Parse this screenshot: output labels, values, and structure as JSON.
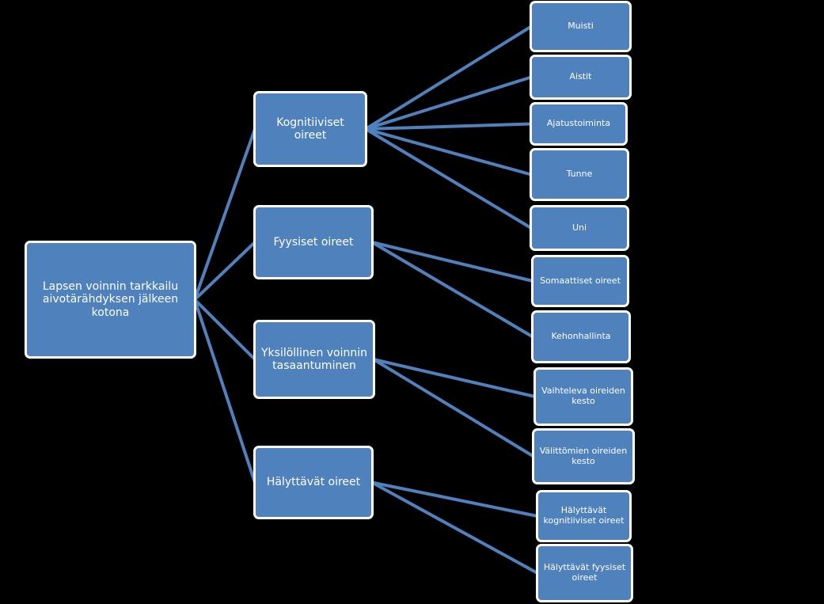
{
  "diagram": {
    "root": {
      "label": "Lapsen voinnin tarkkailu aivotärähdyksen jälkeen kotona"
    },
    "categories": [
      {
        "label": "Kognitiiviset oireet",
        "children": [
          "Muisti",
          "Aistit",
          "Ajatustoiminta",
          "Tunne",
          "Uni"
        ]
      },
      {
        "label": "Fyysiset oireet",
        "children": [
          "Somaattiset oireet",
          "Kehonhallinta"
        ]
      },
      {
        "label": "Yksilöllinen voinnin tasaantuminen",
        "children": [
          "Vaihteleva oireiden kesto",
          "Välittömien oireiden kesto"
        ]
      },
      {
        "label": "Hälyttävät oireet",
        "children": [
          "Hälyttävät kognitiiviset oireet",
          "Hälyttävät fyysiset oireet"
        ]
      }
    ]
  },
  "colors": {
    "background": "#000000",
    "node_fill": "#4f81bd",
    "node_border": "#ffffff",
    "connector": "#4f81bd",
    "text": "#ffffff"
  }
}
